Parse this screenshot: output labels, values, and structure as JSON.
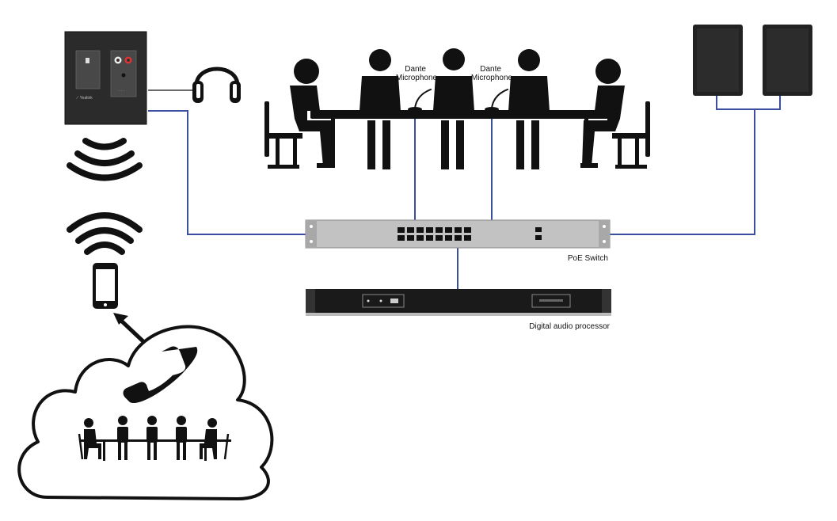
{
  "labels": {
    "mic_left": [
      "Dante",
      "Microphone"
    ],
    "mic_right": [
      "Dante",
      "Microphone"
    ],
    "poe_switch": "PoE Switch",
    "dsp": "Digital audio processor"
  },
  "colors": {
    "link": "#3a4fa0",
    "figure": "#111111",
    "switch_body": "#b9b9b9",
    "wall_panel": "#2b2b2b",
    "speaker": "#222222"
  },
  "icons": [
    "wall-panel-icon",
    "headphones-icon",
    "wireless-waves-icon",
    "smartphone-icon",
    "phone-handset-icon",
    "cloud-icon",
    "speaker-icon",
    "microphone-icon",
    "meeting-table-icon",
    "poe-switch-icon",
    "audio-processor-icon"
  ]
}
